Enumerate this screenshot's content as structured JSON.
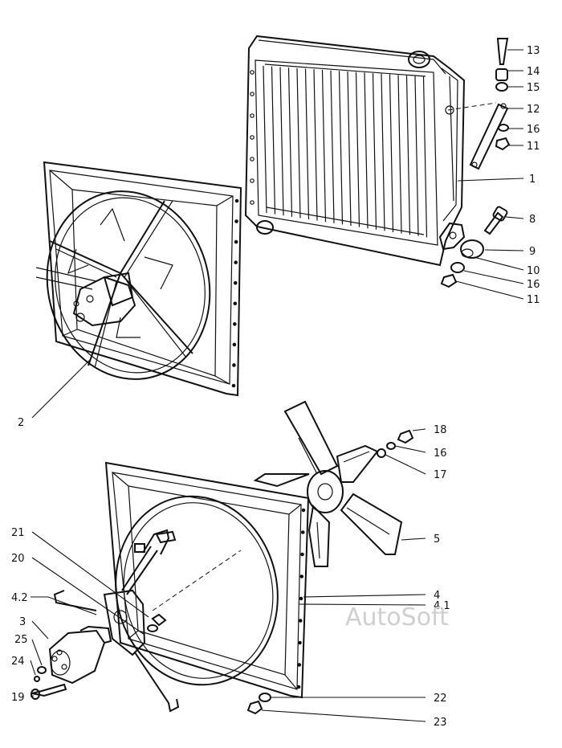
{
  "watermark": "AutoSoft",
  "labels": {
    "l1": "1",
    "l2": "2",
    "l3": "3",
    "l4": "4",
    "l4_1": "4.1",
    "l4_2": "4.2",
    "l5": "5",
    "l8": "8",
    "l9": "9",
    "l10": "10",
    "l11a": "11",
    "l11b": "11",
    "l12": "12",
    "l13": "13",
    "l14": "14",
    "l15": "15",
    "l16a": "16",
    "l16b": "16",
    "l16c": "16",
    "l17": "17",
    "l18": "18",
    "l19": "19",
    "l20": "20",
    "l21": "21",
    "l22": "22",
    "l23": "23",
    "l24": "24",
    "l25": "25"
  }
}
